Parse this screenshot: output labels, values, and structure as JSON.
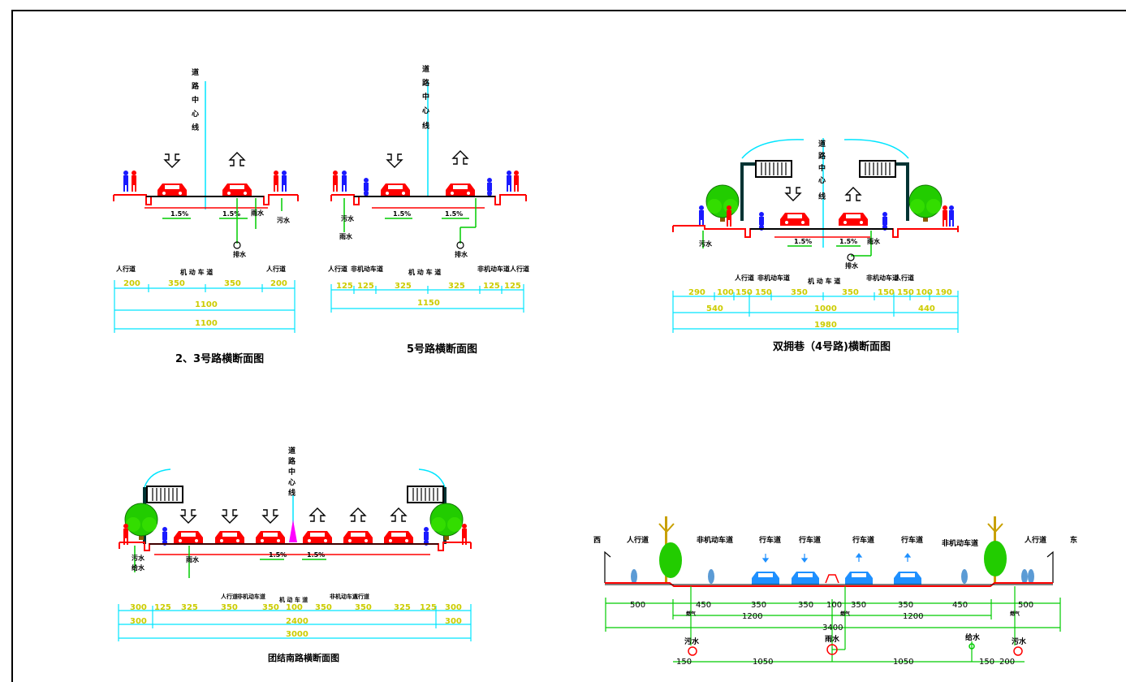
{
  "section_23": {
    "title": "2、3号路横断面图",
    "center_line": [
      "道",
      "路",
      "中",
      "心",
      "线"
    ],
    "slope_left": "1.5%",
    "slope_right": "1.5%",
    "labels": {
      "walk_left": "人行道",
      "motor": "机 动 车 道",
      "walk_right": "人行道",
      "drain": "排水",
      "pipe_a": "雨水",
      "pipe_b": "污水"
    },
    "dims_row1": [
      "200",
      "350",
      "350",
      "200"
    ],
    "dims_row2": [
      "1100"
    ],
    "dims_row3": [
      "1100"
    ]
  },
  "section_5": {
    "title": "5号路横断面图",
    "center_line": [
      "道",
      "路",
      "中",
      "心",
      "线"
    ],
    "slope_left": "1.5%",
    "slope_right": "1.5%",
    "labels": {
      "walk_left": "人行道",
      "nonmotor_left": "非机动车道",
      "motor": "机 动 车 道",
      "nonmotor_right": "非机动车道",
      "walk_right": "人行道",
      "drain": "排水",
      "pipe_a": "污水",
      "pipe_b": "雨水"
    },
    "dims_row1": [
      "125",
      "125",
      "325",
      "325",
      "125",
      "125"
    ],
    "dims_row2": [
      "1150"
    ]
  },
  "section_4": {
    "title": "双拥巷（4号路)横断面图",
    "center_line": [
      "道",
      "路",
      "中",
      "心",
      "线"
    ],
    "slope_left": "1.5%",
    "slope_right": "1.5%",
    "labels": {
      "walk_left": "人行道",
      "nonmotor_left": "非机动车道",
      "motor": "机 动 车 道",
      "nonmotor_right": "非机动车道",
      "walk_right": "人行道",
      "drain": "排水",
      "pipe_a": "污水",
      "pipe_b": "雨水"
    },
    "dims_row1": [
      "290",
      "100",
      "150",
      "150",
      "350",
      "350",
      "150",
      "150",
      "100",
      "190"
    ],
    "dims_row2": [
      "540",
      "1000",
      "440"
    ],
    "dims_row3": [
      "1980"
    ]
  },
  "section_tjn": {
    "title": "团结南路横断面图",
    "center_line": [
      "道",
      "路",
      "中",
      "心",
      "线"
    ],
    "slope_left": "1.5%",
    "slope_right": "1.5%",
    "labels": {
      "walk_left": "人行道",
      "nonmotor_left": "非机动车道",
      "motor": "机 动 车 道",
      "nonmotor_right": "非机动车道",
      "walk_right": "人行道",
      "pipe_a": "污水",
      "pipe_b": "雨水",
      "pipe_c": "给水"
    },
    "dims_row1": [
      "300",
      "125",
      "325",
      "350",
      "350",
      "100",
      "350",
      "350",
      "325",
      "125",
      "300"
    ],
    "dims_row2": [
      "300",
      "2400",
      "300"
    ],
    "dims_row3": [
      "3000"
    ]
  },
  "section_east": {
    "west": "西",
    "east": "东",
    "labels": [
      "人行道",
      "非机动车道",
      "行车道",
      "行车道",
      "行车道",
      "行车道",
      "非机动车道",
      "人行道"
    ],
    "dims_row1": [
      "500",
      "450",
      "350",
      "350",
      "100",
      "350",
      "350",
      "450",
      "500"
    ],
    "dims_row2": [
      "1200",
      "1200"
    ],
    "dims_row3": [
      "3400"
    ],
    "pipes": {
      "sewage_left": "污水",
      "rain": "雨水",
      "water": "给水",
      "sewage_right": "污水"
    },
    "dims_row4": [
      "150",
      "1050",
      "1050",
      "150",
      "200"
    ],
    "gas_labels": [
      "燃气",
      "燃气",
      "燃气"
    ]
  },
  "colors": {
    "red": "#ff0000",
    "cyan": "#00e5ff",
    "green": "#00cc00",
    "yellow": "#cccc00",
    "blue": "#1a1aff",
    "magenta": "#ff00ff",
    "tree": "#22cc00",
    "olive": "#c8a000"
  }
}
